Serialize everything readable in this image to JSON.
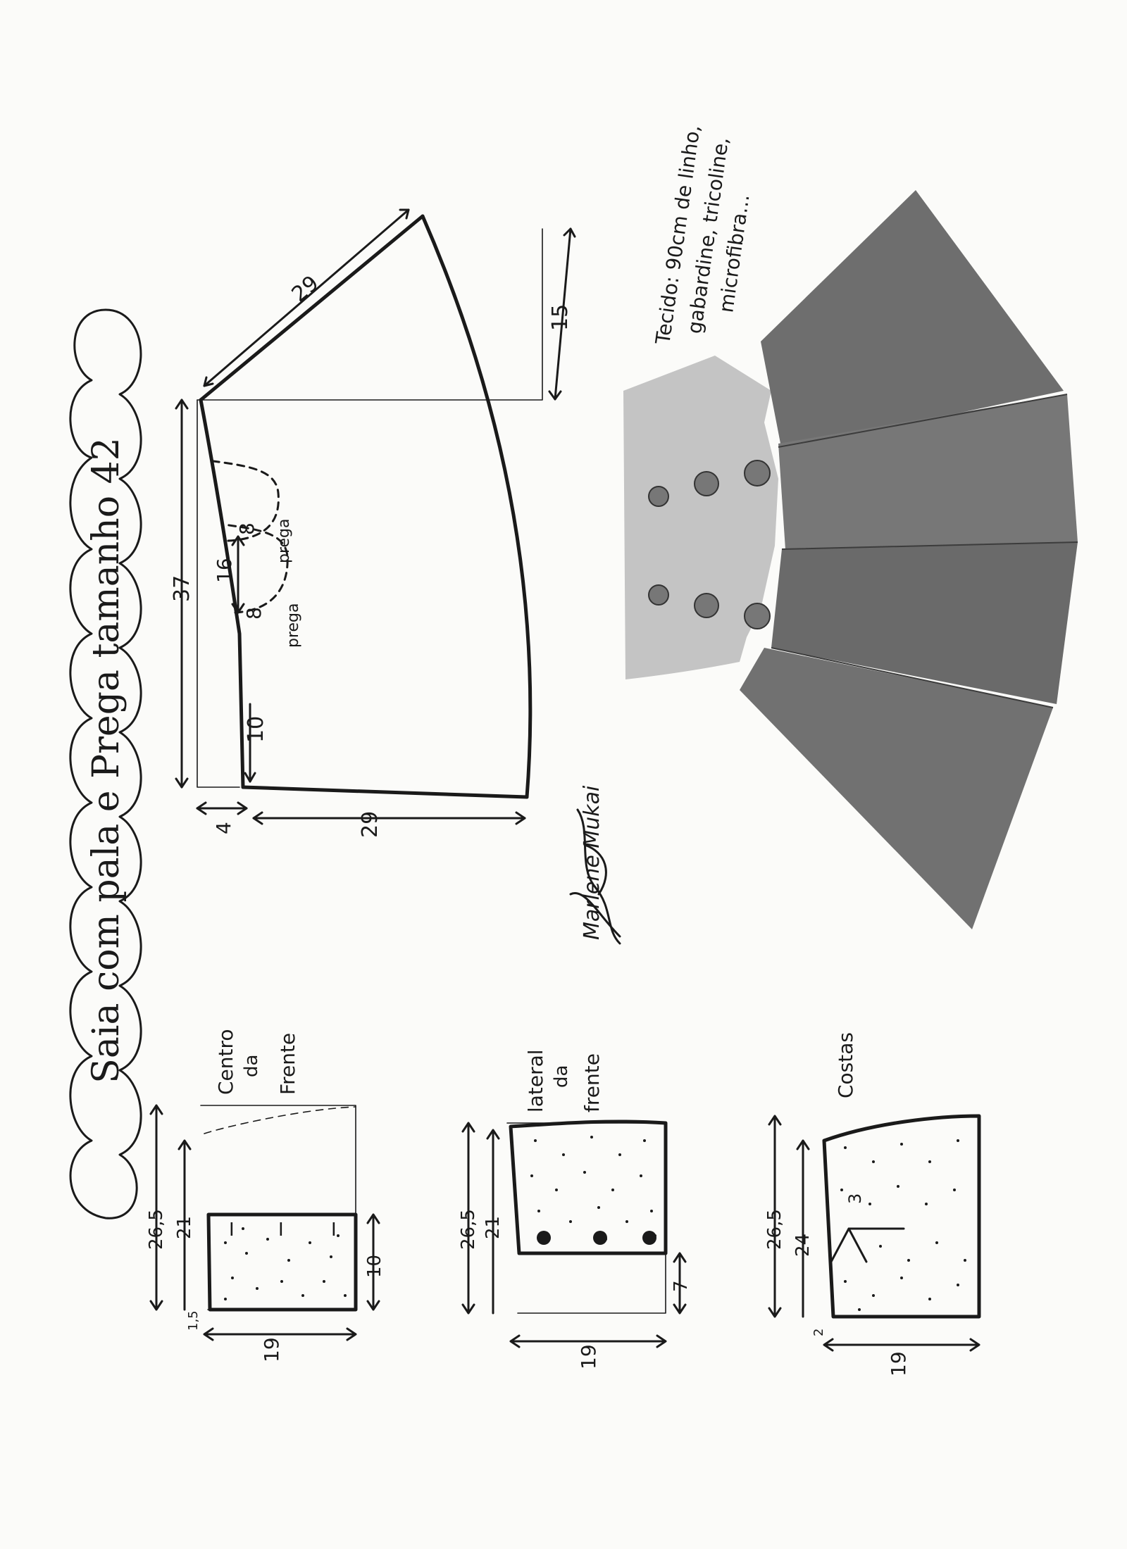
{
  "title": "Saia com pala e Prega tamanho 42",
  "fabric_note": {
    "line1": "Tecido: 90cm de linho,",
    "line2": "gabardine, tricoline,",
    "line3": "microfibra..."
  },
  "signature": "Marlene Mukai",
  "skirt_pattern": {
    "label_29_top": "29",
    "label_15": "15",
    "label_37": "37",
    "label_16": "16",
    "label_8a": "8",
    "label_8b": "8",
    "label_prega_a": "prega",
    "label_prega_b": "prega",
    "label_10": "10",
    "label_4": "4",
    "label_29_bottom": "29"
  },
  "pieces": [
    {
      "name_l1": "Centro",
      "name_l2": "da",
      "name_l3": "Frente",
      "h_total": "26,5",
      "h_inner": "21",
      "h_side": "10",
      "bottom_small": "1,5",
      "width": "19"
    },
    {
      "name_l1": "lateral",
      "name_l2": "da",
      "name_l3": "frente",
      "h_total": "26,5",
      "h_inner": "21",
      "h_side": "7",
      "width": "19"
    },
    {
      "name_l1": "Costas",
      "h_total": "26,5",
      "h_inner": "24",
      "dart": "3",
      "bottom_small": "2",
      "width": "19"
    }
  ],
  "colors": {
    "ink": "#1a1a1a",
    "paper": "#fbfbf9",
    "skirt_panel": "#6e6e6e",
    "yoke_panel": "#c4c4c4"
  }
}
